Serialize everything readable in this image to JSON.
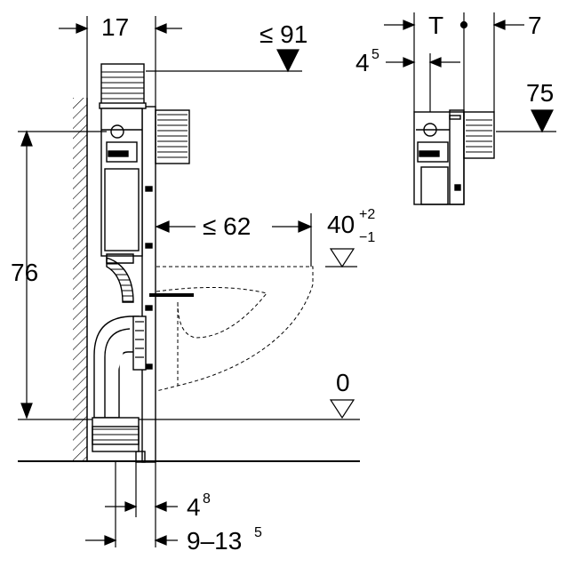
{
  "dimensions": {
    "width_top": "17",
    "max_height_top": "≤ 91",
    "frame_height": "76",
    "max_depth": "≤ 62",
    "seat_height_main": "40",
    "seat_height_tol_plus": "+2",
    "seat_height_tol_minus": "−1",
    "floor_level": "0",
    "offset_main": "4",
    "offset_exp": "8",
    "range_main": "9–13",
    "range_exp": "5"
  },
  "detail_view": {
    "thickness_label": "T",
    "right_offset": "7",
    "inner_offset_main": "4",
    "inner_offset_exp": "5",
    "height_75": "75"
  }
}
